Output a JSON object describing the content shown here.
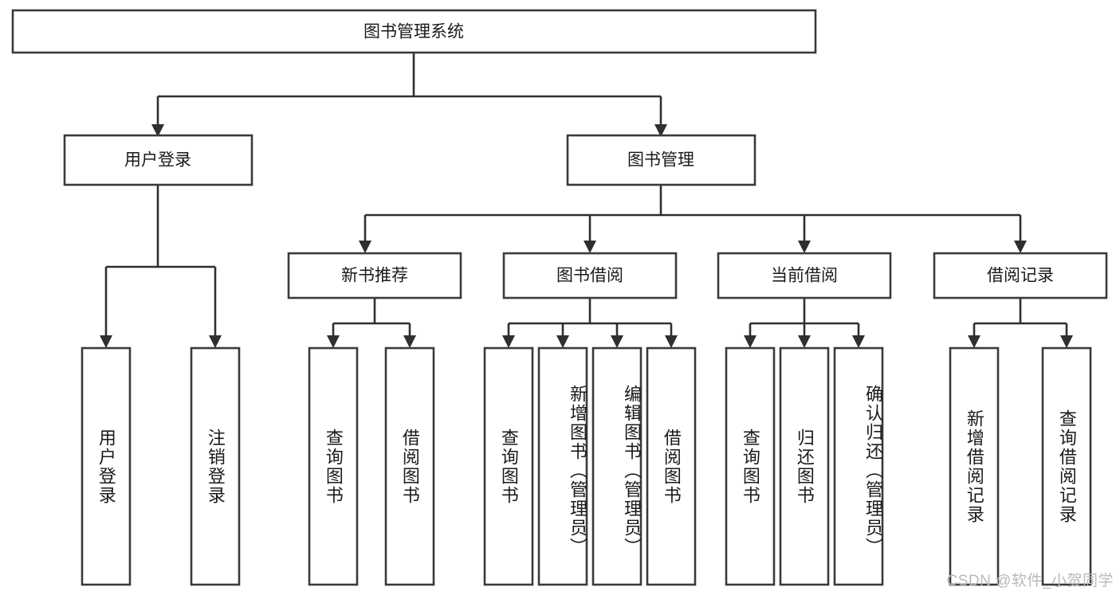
{
  "diagram": {
    "type": "tree-hierarchy",
    "title_text": "图书管理系统",
    "root": {
      "id": "root",
      "label": "图书管理系统"
    },
    "level2": [
      {
        "id": "user-login",
        "label": "用户登录"
      },
      {
        "id": "book-manage",
        "label": "图书管理"
      }
    ],
    "level3": [
      {
        "id": "new-book-recommend",
        "label": "新书推荐"
      },
      {
        "id": "book-borrow",
        "label": "图书借阅"
      },
      {
        "id": "current-borrow",
        "label": "当前借阅"
      },
      {
        "id": "borrow-record",
        "label": "借阅记录"
      }
    ],
    "leaves": {
      "user_login": [
        {
          "id": "leaf-user-login",
          "label": "用户登录"
        },
        {
          "id": "leaf-logout-login",
          "label": "注销登录"
        }
      ],
      "new_book_recommend": [
        {
          "id": "leaf-query-book-1",
          "label": "查询图书"
        },
        {
          "id": "leaf-borrow-book-1",
          "label": "借阅图书"
        }
      ],
      "book_borrow": [
        {
          "id": "leaf-query-book-2",
          "label": "查询图书"
        },
        {
          "id": "leaf-add-book",
          "label": "新增图书（管理员）"
        },
        {
          "id": "leaf-edit-book",
          "label": "编辑图书（管理员）"
        },
        {
          "id": "leaf-borrow-book-2",
          "label": "借阅图书"
        }
      ],
      "current_borrow": [
        {
          "id": "leaf-query-book-3",
          "label": "查询图书"
        },
        {
          "id": "leaf-return-book",
          "label": "归还图书"
        },
        {
          "id": "leaf-confirm-return",
          "label": "确认归还（管理员）"
        }
      ],
      "borrow_record": [
        {
          "id": "leaf-add-record",
          "label": "新增借阅记录"
        },
        {
          "id": "leaf-query-record",
          "label": "查询借阅记录"
        }
      ]
    },
    "colors": {
      "box_fill": "#ffffff",
      "box_stroke": "#3a3a3a",
      "connector": "#2f2f2f",
      "text": "#1a1a1a",
      "watermark": "#b9b9b9",
      "background": "#ffffff"
    }
  },
  "watermark": {
    "text": "CSDN @软件_小贺同学"
  }
}
